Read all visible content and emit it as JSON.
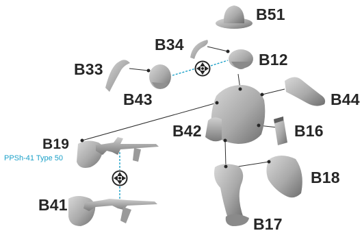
{
  "parts": {
    "b51": "B51",
    "b34": "B34",
    "b12": "B12",
    "b33": "B33",
    "b43": "B43",
    "b44": "B44",
    "b42": "B42",
    "b16": "B16",
    "b19": "B19",
    "b18": "B18",
    "b41": "B41",
    "b17": "B17"
  },
  "b19_subtitle": "PPSh-41 Type 50",
  "colors": {
    "part": "#a8a8a8",
    "leader": "#2a2a2a",
    "dashed": "#1aa0c8",
    "label": "#262626"
  },
  "icons": [
    "assembly-joint-icon",
    "assembly-joint-icon"
  ]
}
